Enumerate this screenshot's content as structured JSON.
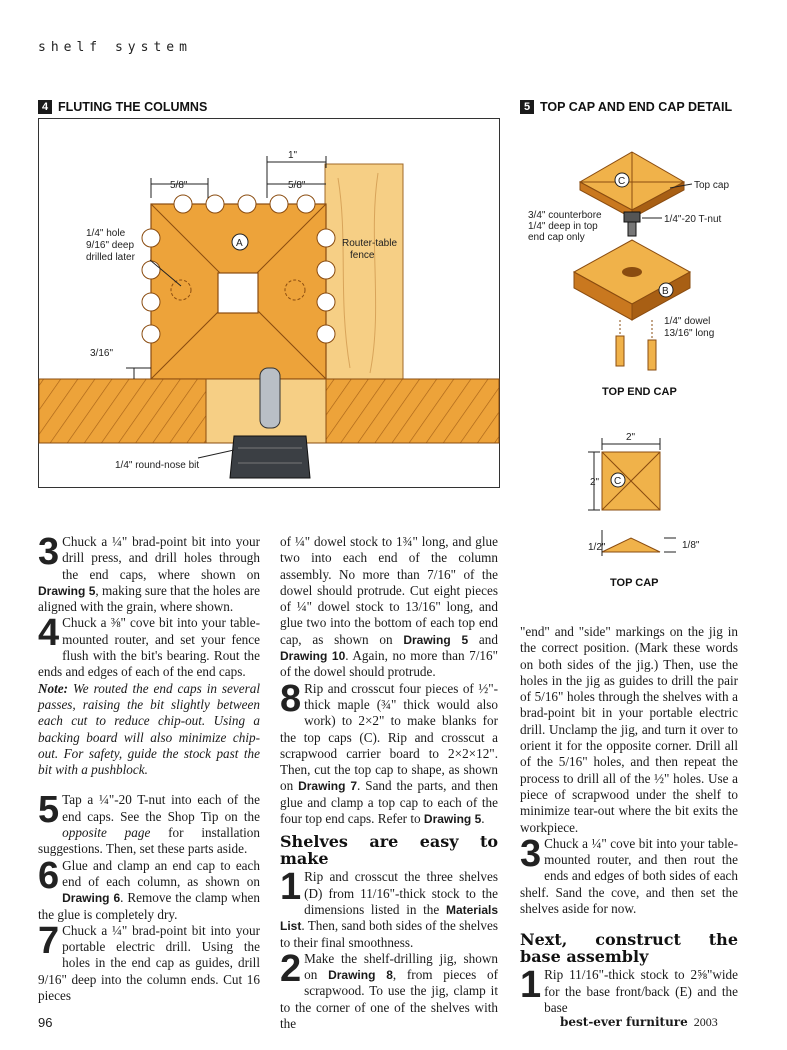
{
  "header": {
    "running_title": "shelf system"
  },
  "figure4": {
    "number": "4",
    "title": "FLUTING THE COLUMNS",
    "labels": {
      "dim_1in": "1\"",
      "dim_left": "5/8\"",
      "dim_right": "5/8\"",
      "hole_1": "1/4\" hole",
      "hole_2": "9/16\" deep",
      "hole_3": "drilled later",
      "part_a": "A",
      "fence_1": "Router-table",
      "fence_2": "fence",
      "dim_3_16": "3/16\"",
      "bit": "1/4\" round-nose bit"
    }
  },
  "figure5": {
    "number": "5",
    "title": "TOP CAP AND END CAP DETAIL",
    "labels": {
      "top_cap": "Top cap",
      "part_c": "C",
      "part_b": "B",
      "counterbore_1": "3/4\" counterbore",
      "counterbore_2": "1/4\" deep in top",
      "counterbore_3": "end cap only",
      "tnut": "1/4\"-20 T-nut",
      "dowel_1": "1/4\" dowel",
      "dowel_2": "13/16\" long",
      "top_end_cap": "TOP END CAP",
      "dim_2_w": "2\"",
      "dim_2_h": "2\"",
      "dim_half": "1/2\"",
      "dim_eighth": "1/8\"",
      "top_cap_caption": "TOP CAP"
    }
  },
  "text": {
    "c1_s3_num": "3",
    "c1_s3": "Chuck a ¼\" brad-point bit into your drill press, and drill holes through the end caps, where shown on ",
    "c1_s3_ref": "Drawing 5",
    "c1_s3_end": ", making sure that the holes are aligned with the grain, where shown.",
    "c1_s4_num": "4",
    "c1_s4": "Chuck a ⅜\" cove bit into your table-mounted router, and set your fence flush with the bit's bearing. Rout the ends and edges of each of the end caps.",
    "c1_note_label": "Note:",
    "c1_note": " We routed the end caps in several passes, raising the bit slightly between each cut to reduce chip-out. Using a backing board will also minimize chip-out. For safety, guide the stock past the bit with a pushblock.",
    "c1_s5_num": "5",
    "c1_s5": "Tap a ¼\"-20 T-nut into each of the end caps. See the Shop Tip on the ",
    "c1_s5_ital": "opposite page",
    "c1_s5_end": " for installation suggestions. Then, set these parts aside.",
    "c1_s6_num": "6",
    "c1_s6": "Glue and clamp an end cap to each end of each column, as shown on ",
    "c1_s6_ref": "Drawing 6",
    "c1_s6_end": ". Remove the clamp when the glue is completely dry.",
    "c1_s7_num": "7",
    "c1_s7": "Chuck a ¼\" brad-point bit into your portable electric drill. Using the holes in the end cap as guides, drill 9/16\" deep into the column ends. Cut 16 pieces",
    "c2_p1": "of ¼\" dowel stock to 1¾\" long, and glue two into each end of the column assembly. No more than 7/16\" of the dowel should protrude. Cut eight pieces of ¼\" dowel stock to 13/16\" long, and glue two into the bottom of each top end cap, as shown on ",
    "c2_p1_ref1": "Drawing 5",
    "c2_p1_and": " and ",
    "c2_p1_ref2": "Drawing 10",
    "c2_p1_end": ". Again, no more than 7/16\" of the dowel should protrude.",
    "c2_s8_num": "8",
    "c2_s8": "Rip and crosscut four pieces of ½\"-thick maple (¾\" thick would also work) to 2×2\" to make blanks for the top caps (C). Rip and crosscut a scrapwood carrier board to 2×2×12\". Then, cut the top cap to shape, as shown on ",
    "c2_s8_ref": "Drawing 7",
    "c2_s8_mid": ". Sand the parts, and then glue and clamp a top cap to each of the four top end caps. Refer to ",
    "c2_s8_ref2": "Drawing 5",
    "c2_s8_end": ".",
    "c2_h1": "Shelves are easy to make",
    "c2_s1_num": "1",
    "c2_s1": "Rip and crosscut the three shelves (D) from 11/16\"-thick stock to the dimensions listed in the ",
    "c2_s1_ref": "Materials List",
    "c2_s1_end": ". Then, sand both sides of the shelves to their final smoothness.",
    "c2_s2_num": "2",
    "c2_s2": "Make the shelf-drilling jig, shown on ",
    "c2_s2_ref": "Drawing 8",
    "c2_s2_end": ", from pieces of scrapwood. To use the jig, clamp it to the corner of one of the shelves with the",
    "c3_p1": "\"end\" and \"side\" markings on the jig in the correct position. (Mark these words on both sides of the jig.) Then, use the holes in the jig as guides to drill the pair of 5/16\" holes through the shelves with a brad-point bit in your portable electric drill. Unclamp the jig, and turn it over to orient it for the opposite corner. Drill all of the 5/16\" holes, and then repeat the process to drill all of the ½\" holes. Use a piece of scrapwood under the shelf to minimize tear-out where the bit exits the workpiece.",
    "c3_s3_num": "3",
    "c3_s3": "Chuck a ¼\" cove bit into your table-mounted router, and then rout the ends and edges of both sides of each shelf. Sand the cove, and then set the shelves aside for now.",
    "c3_h1": "Next, construct the base assembly",
    "c3_s1_num": "1",
    "c3_s1": "Rip 11/16\"-thick stock to 2⅝\"wide for the base front/back (E) and the base"
  },
  "footer": {
    "page_number": "96",
    "book": "best-ever furniture",
    "year": "2003"
  },
  "colors": {
    "wood": "#eda33a",
    "wood_dark": "#b86a1a",
    "fence": "#f6cf85",
    "bit": "#3b3f44"
  }
}
